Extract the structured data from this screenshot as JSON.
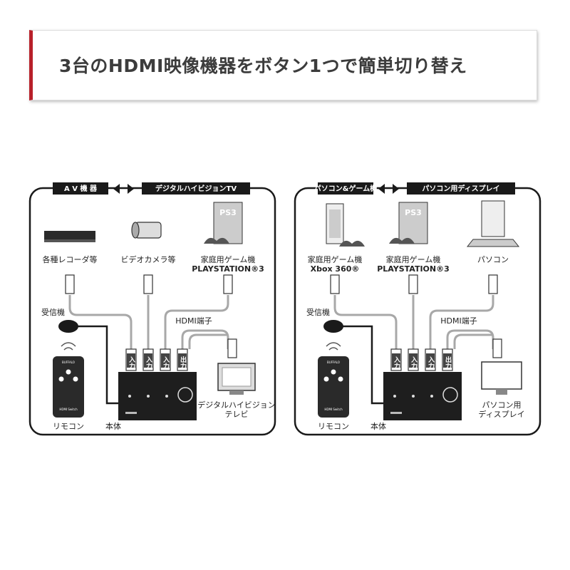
{
  "title": "3台のHDMI映像機器をボタン1つで簡単切り替え",
  "panels": [
    {
      "tag_left": "A V 機 器",
      "tag_right": "デジタルハイビジョンTV",
      "devices": [
        {
          "label1": "各種レコーダ等",
          "label2": ""
        },
        {
          "label1": "ビデオカメラ等",
          "label2": ""
        },
        {
          "label1": "家庭用ゲーム機",
          "label2": "PLAYSTATION®3"
        }
      ],
      "ps3_text": "PS3",
      "receiver": "受信機",
      "hdmi_terminal": "HDMI端子",
      "input_label": "入力",
      "output_label": "出力",
      "remote": "リモコン",
      "main_unit": "本体",
      "display_label1": "デジタルハイビジョン",
      "display_label2": "テレビ",
      "remote_brand": "BUFFALO",
      "remote_model": "HDMI Switch"
    },
    {
      "tag_left": "パソコン&ゲーム機",
      "tag_right": "パソコン用ディスプレイ",
      "devices": [
        {
          "label1": "家庭用ゲーム機",
          "label2": "Xbox 360®"
        },
        {
          "label1": "家庭用ゲーム機",
          "label2": "PLAYSTATION®3"
        },
        {
          "label1": "パソコン",
          "label2": ""
        }
      ],
      "ps3_text": "PS3",
      "receiver": "受信機",
      "hdmi_terminal": "HDMI端子",
      "input_label": "入力",
      "output_label": "出力",
      "remote": "リモコン",
      "main_unit": "本体",
      "display_label1": "パソコン用",
      "display_label2": "ディスプレイ",
      "remote_brand": "BUFFALO",
      "remote_model": "HDMI Switch"
    }
  ],
  "colors": {
    "accent": "#b8202a",
    "cable": "#a8a8a8",
    "device": "#2a2a2a",
    "tag": "#1a1a1a"
  },
  "icons": [
    "recorder-icon",
    "video-camera-icon",
    "ps3-console-icon",
    "xbox360-icon",
    "pc-icon",
    "tv-icon",
    "monitor-icon",
    "remote-icon",
    "hdmi-switch-icon"
  ]
}
